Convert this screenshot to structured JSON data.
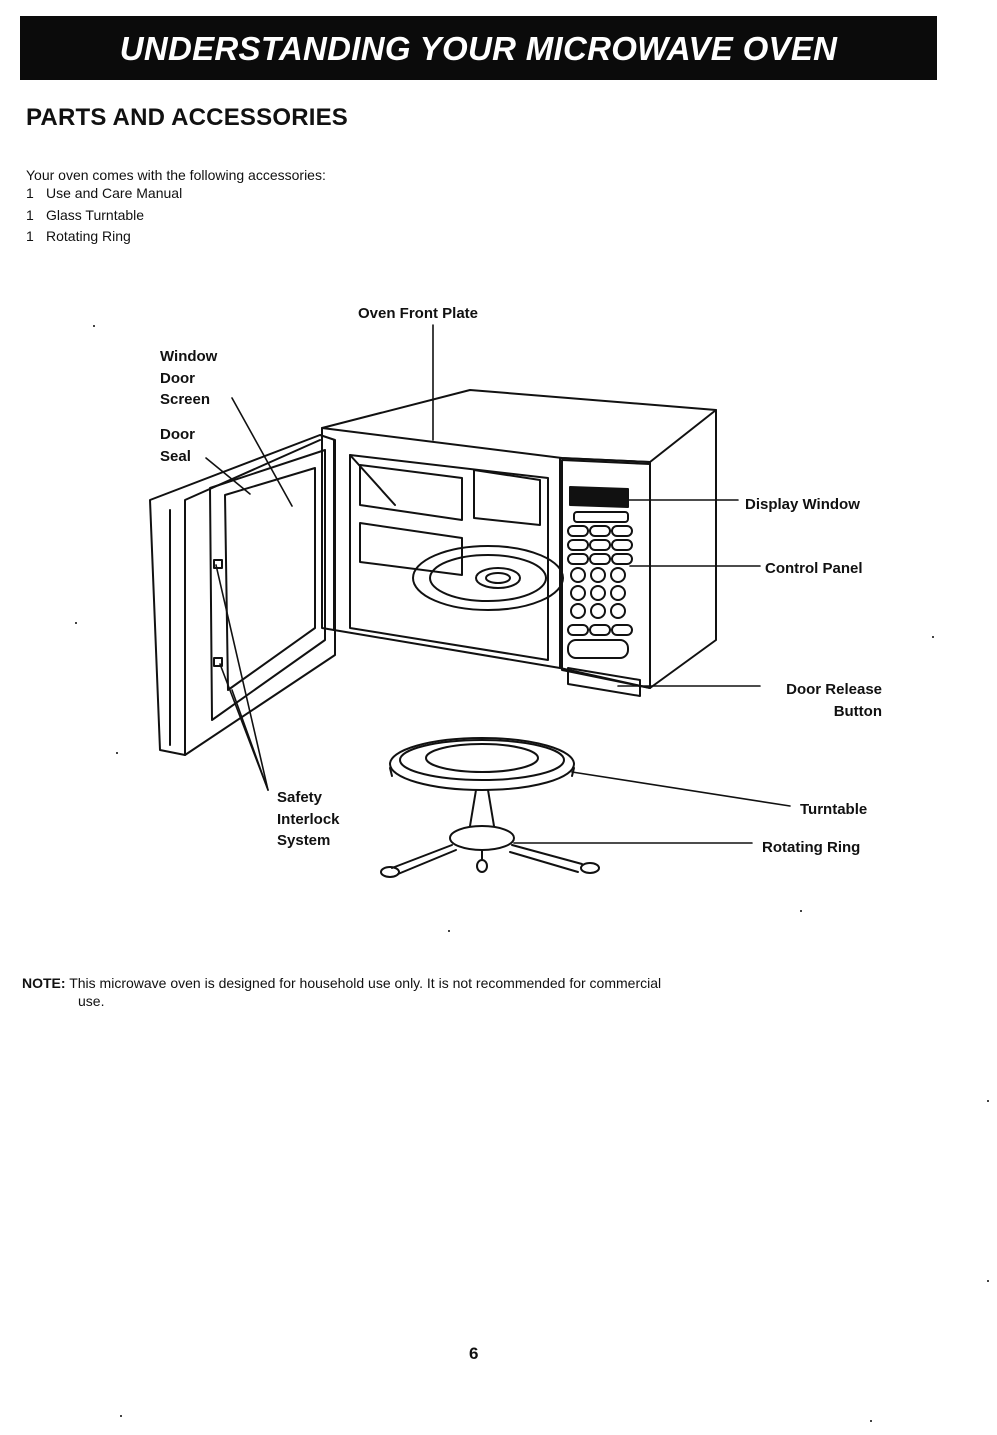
{
  "header": {
    "title": "UNDERSTANDING YOUR MICROWAVE OVEN"
  },
  "section": {
    "title": "PARTS AND ACCESSORIES"
  },
  "accessories": {
    "intro": "Your oven comes with the following accessories:",
    "items": [
      {
        "qty": "1",
        "name": "Use and Care Manual"
      },
      {
        "qty": "1",
        "name": "Glass Turntable"
      },
      {
        "qty": "1",
        "name": "Rotating Ring"
      }
    ]
  },
  "diagram": {
    "labels": {
      "oven_front_plate": "Oven Front Plate",
      "window_door_screen": "Window\nDoor\nScreen",
      "door_seal": "Door\nSeal",
      "display_window": "Display Window",
      "control_panel": "Control Panel",
      "door_release_button": "Door Release\nButton",
      "turntable": "Turntable",
      "rotating_ring": "Rotating Ring",
      "safety_interlock_system": "Safety\nInterlock\nSystem"
    }
  },
  "note": {
    "key": "NOTE:",
    "body": "This microwave oven is designed for household use only. It is not recommended for commercial",
    "continuation": "use."
  },
  "footer": {
    "page_number": "6"
  }
}
